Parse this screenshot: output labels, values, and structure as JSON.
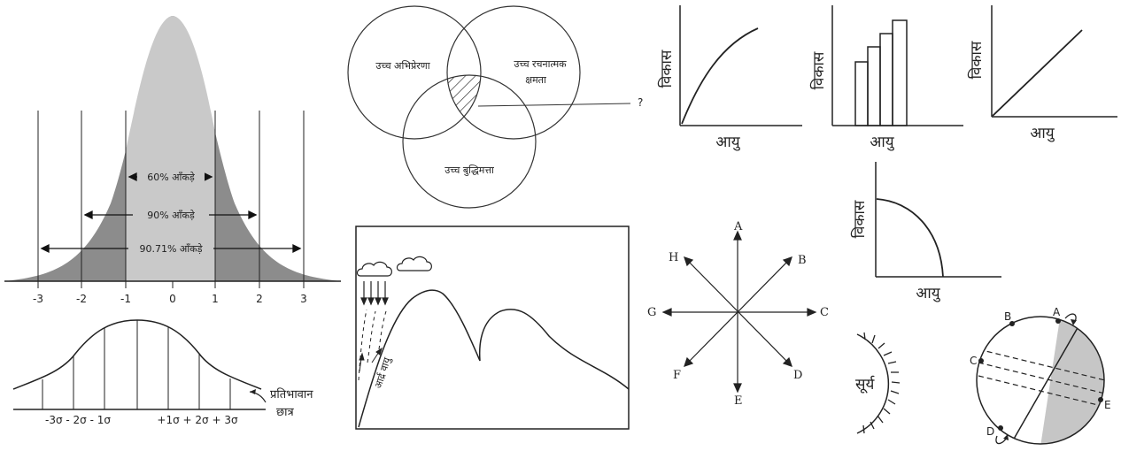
{
  "normal_curve": {
    "ticks": [
      "-3",
      "-2",
      "-1",
      "0",
      "1",
      "2",
      "3"
    ],
    "bands": [
      "60% आँकड़े",
      "90% आँकड़े",
      "90.71% आँकड़े"
    ]
  },
  "sigma_curve": {
    "axis_label": "-3σ - 2σ - 1σ",
    "axis_label_right": "+1σ + 2σ + 3σ",
    "callout_line1": "प्रतिभावान",
    "callout_line2": "छात्र"
  },
  "venn": {
    "circle_a": "उच्च अभिप्रेरणा",
    "circle_b_line1": "उच्च रचनात्मक",
    "circle_b_line2": "क्षमता",
    "circle_c": "उच्च बुद्धिमत्ता",
    "intersection_label": "?"
  },
  "landscape": {
    "wind_label": "आर्द्र वायु"
  },
  "growth_graphs": {
    "y_label": "विकास",
    "x_label": "आयु"
  },
  "compass": {
    "A": "A",
    "B": "B",
    "C": "C",
    "D": "D",
    "E": "E",
    "F": "F",
    "G": "G",
    "H": "H"
  },
  "sun": {
    "label": "सूर्य"
  },
  "globe": {
    "A": "A",
    "B": "B",
    "C": "C",
    "D": "D",
    "E": "E"
  }
}
